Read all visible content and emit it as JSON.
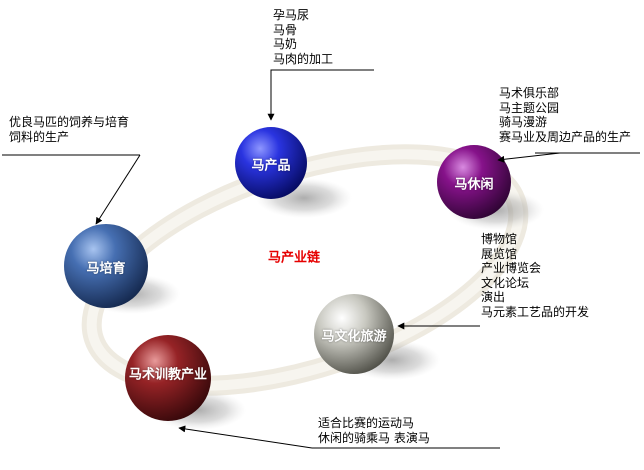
{
  "center_label": "马产业链",
  "nodes": {
    "product": {
      "label": "马产品",
      "notes": [
        "孕马尿",
        "马骨",
        "马奶",
        "马肉的加工"
      ]
    },
    "leisure": {
      "label": "马休闲",
      "notes": [
        "马术俱乐部",
        "马主题公园",
        "骑马漫游",
        "赛马业及周边产品的生产"
      ]
    },
    "culture": {
      "label": "马文化旅游",
      "notes": [
        "博物馆",
        "展览馆",
        "产业博览会",
        "文化论坛",
        "演出",
        "马元素工艺品的开发"
      ]
    },
    "training": {
      "label": "马术训教产业",
      "notes": [
        "适合比赛的运动马",
        "休闲的骑乘马 表演马"
      ]
    },
    "breeding": {
      "label": "马培育",
      "notes": [
        "优良马匹的饲养与培育",
        "饲料的生产"
      ]
    }
  },
  "colors": {
    "center_label": "#e60000",
    "product": "#1a24d0",
    "leisure": "#7a0a7e",
    "culture": "#a9a9a2",
    "training": "#8a1f22",
    "breeding": "#3d67a8",
    "ring": "#f0eee6"
  }
}
